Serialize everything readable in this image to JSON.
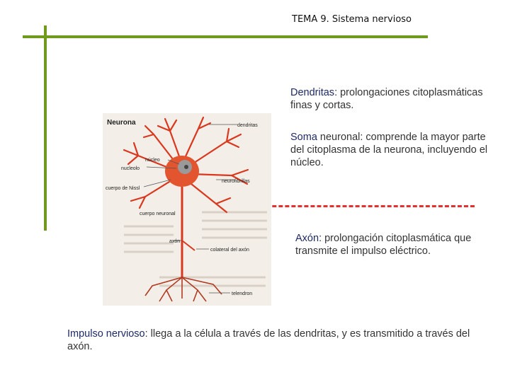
{
  "header": {
    "title": "TEMA 9. Sistema nervioso"
  },
  "dendritas": {
    "term": "Dendritas",
    "text": ": prolongaciones citoplasmáticas finas y cortas."
  },
  "soma": {
    "term": "Soma",
    "text": " neuronal: comprende la mayor parte del citoplasma de la neurona, incluyendo el núcleo."
  },
  "axon": {
    "term": "Axón",
    "text": ": prolongación citoplasmática que transmite el impulso eléctrico."
  },
  "impulso": {
    "term": "Impulso nervioso",
    "text": ": llega a la célula a través de las dendritas, y es transmitido a través del axón."
  },
  "figure": {
    "title": "Neurona",
    "labels": {
      "dendritas": "dendritas",
      "nucleo": "núcleo",
      "nucleolo": "nucleolo",
      "cuerpo_nissl": "cuerpo de Nissl",
      "neurofibrillas": "neurofibrillas",
      "cuerpo_neuronal": "cuerpo neuronal",
      "axon": "axón",
      "colateral": "colateral del axón",
      "telendron": "telendron"
    }
  },
  "colors": {
    "accent": "#6f9a1f",
    "divider": "#e53030",
    "neuron": "#d9381e",
    "term": "#1e2a66"
  }
}
